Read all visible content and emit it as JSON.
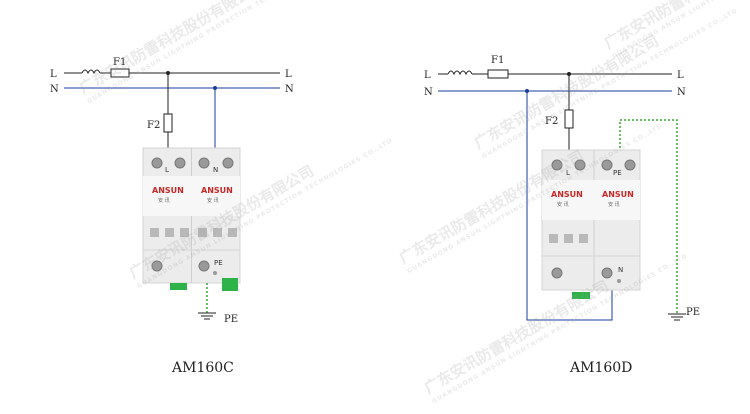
{
  "colors": {
    "line_black": "#222222",
    "neutral_blue": "#1a3d9e",
    "pe_green": "#3fa535",
    "device_body": "#ececec",
    "terminal_green": "#2db34a",
    "brand_red": "#c62828"
  },
  "watermark": {
    "text": "广东安讯防雷科技股份有限公司",
    "subtext": "GUANGDONG ANSUN LIGHTNING PROTECTION TECHNOLOGIES CO.,LTD"
  },
  "left": {
    "caption": "AM160C",
    "line_label_left": "L",
    "neutral_label_left": "N",
    "line_label_right": "L",
    "neutral_label_right": "N",
    "fuse_main_label": "F1",
    "fuse_branch_label": "F2",
    "pe_label": "PE",
    "module1": {
      "brand": "ANSUN",
      "sub": "安 讯",
      "top_label": "L",
      "bottom_label": ""
    },
    "module2": {
      "brand": "ANSUN",
      "sub": "安 讯",
      "top_label": "N",
      "bottom_label": "PE"
    }
  },
  "right": {
    "caption": "AM160D",
    "line_label_left": "L",
    "neutral_label_left": "N",
    "line_label_right": "L",
    "neutral_label_right": "N",
    "fuse_main_label": "F1",
    "fuse_branch_label": "F2",
    "pe_label": "PE",
    "module1": {
      "brand": "ANSUN",
      "sub": "安 讯",
      "top_label": "L",
      "bottom_label": ""
    },
    "module2": {
      "brand": "ANSUN",
      "sub": "安 讯",
      "top_label": "PE",
      "bottom_label": "N"
    }
  }
}
